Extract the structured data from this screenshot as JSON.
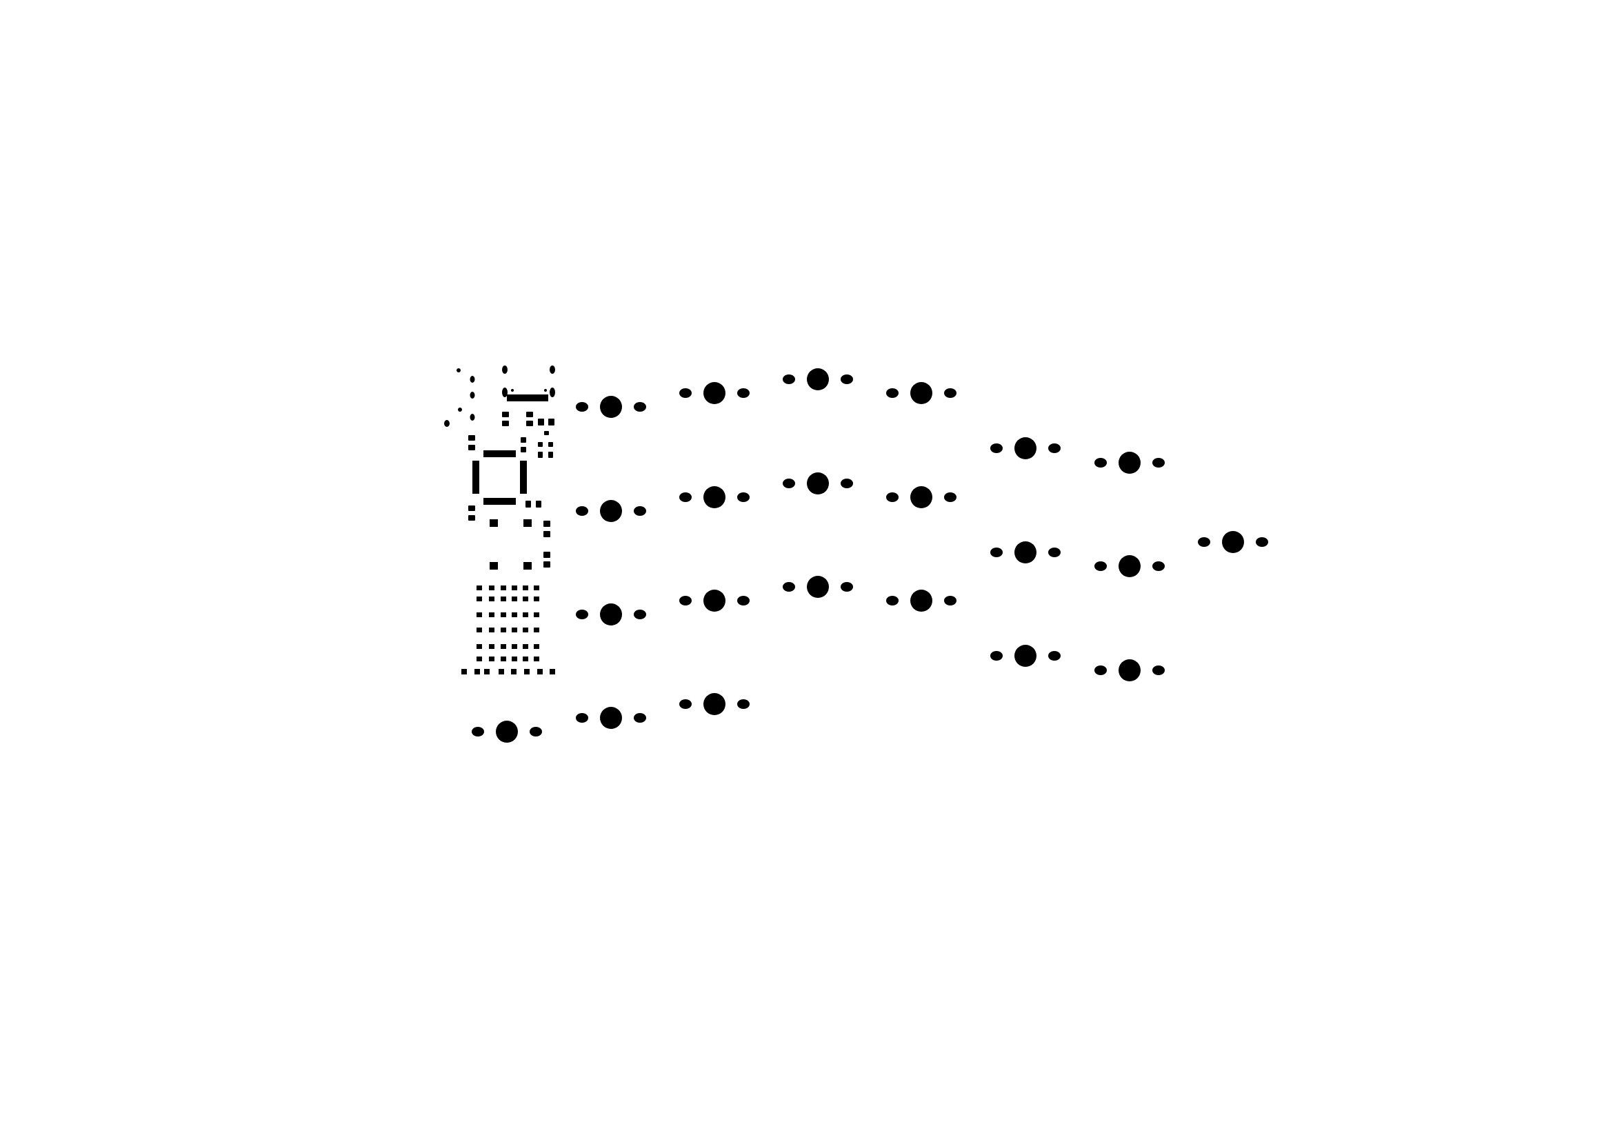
{
  "colors": {
    "background": "#ffffff",
    "pad": "#000000"
  },
  "board": {
    "components": [
      {
        "name": "switch-footprint-1"
      },
      {
        "name": "switch-footprint-2"
      },
      {
        "name": "switch-footprint-3"
      },
      {
        "name": "switch-footprint-4"
      },
      {
        "name": "switch-footprint-5"
      },
      {
        "name": "switch-footprint-6"
      },
      {
        "name": "switch-footprint-7"
      },
      {
        "name": "switch-footprint-8"
      },
      {
        "name": "switch-footprint-9"
      },
      {
        "name": "switch-footprint-10"
      },
      {
        "name": "switch-footprint-11"
      },
      {
        "name": "switch-footprint-12"
      },
      {
        "name": "switch-footprint-13"
      },
      {
        "name": "switch-footprint-14"
      },
      {
        "name": "switch-footprint-15"
      },
      {
        "name": "switch-footprint-16"
      },
      {
        "name": "switch-footprint-17"
      },
      {
        "name": "switch-footprint-18"
      },
      {
        "name": "switch-footprint-19"
      },
      {
        "name": "switch-footprint-20"
      },
      {
        "name": "switch-footprint-21"
      },
      {
        "name": "switch-footprint-22"
      },
      {
        "name": "switch-footprint-23"
      }
    ]
  }
}
